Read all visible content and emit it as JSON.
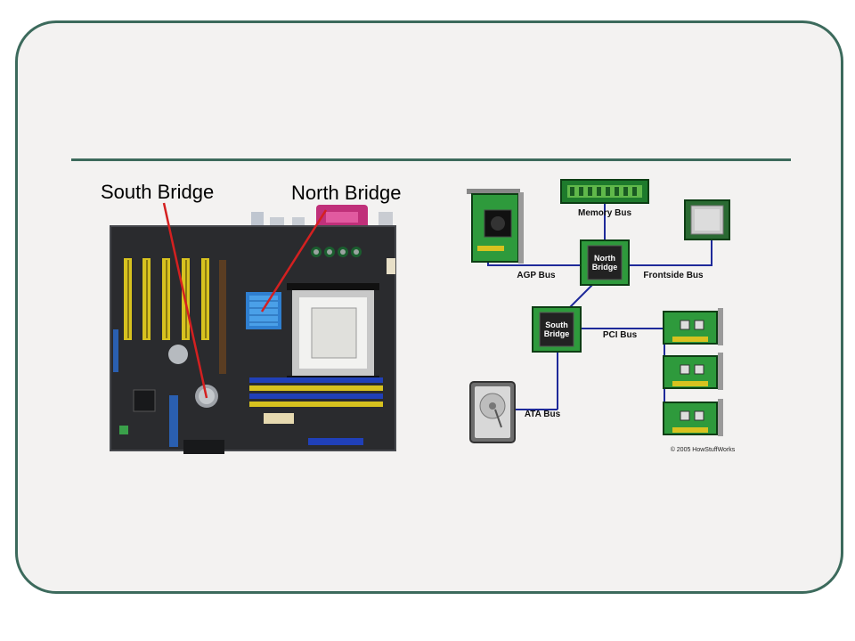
{
  "photo_labels": {
    "south": "South Bridge",
    "north": "North Bridge"
  },
  "diagram": {
    "memory_bus": "Memory Bus",
    "agp_bus": "AGP Bus",
    "frontside_bus": "Frontside Bus",
    "pci_bus": "PCI Bus",
    "ata_bus": "ATA Bus",
    "north_bridge_line1": "North",
    "north_bridge_line2": "Bridge",
    "south_bridge_line1": "South",
    "south_bridge_line2": "Bridge",
    "credit": "© 2005 HowStuffWorks"
  },
  "colors": {
    "frame": "#3c6a5c",
    "bus_line": "#1e2a9a",
    "chip_green": "#2e9a3c",
    "pointer": "#d42020"
  }
}
